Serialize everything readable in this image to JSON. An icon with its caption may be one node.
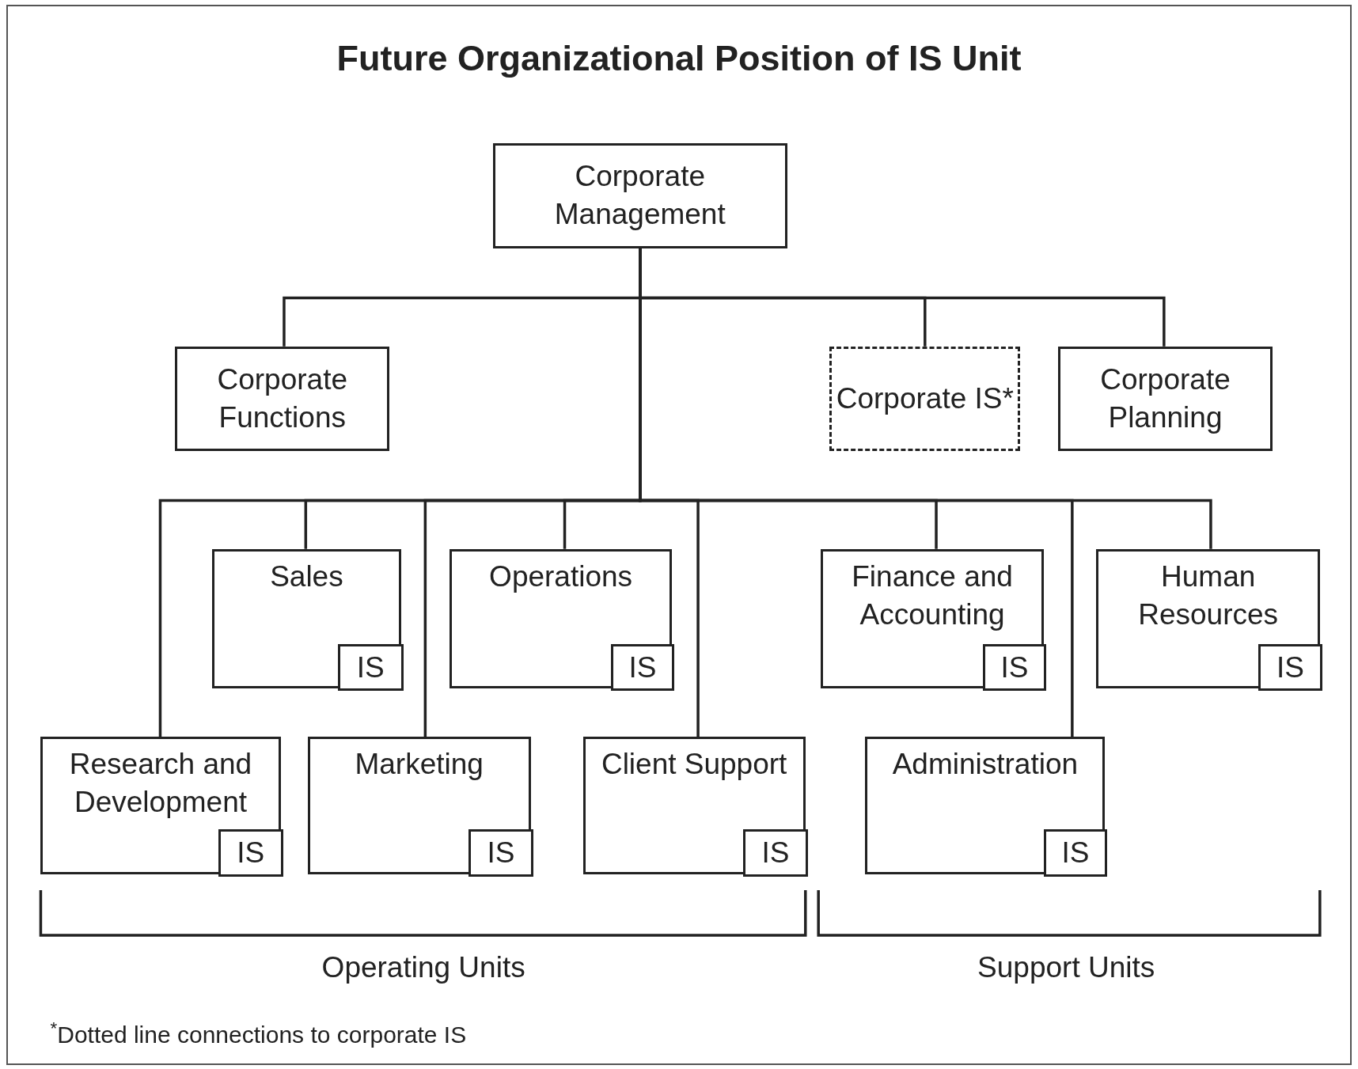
{
  "diagram": {
    "title": "Future Organizational Position of IS Unit",
    "nodes": [
      {
        "text": [
          "Corporate Management"
        ]
      },
      {
        "text": [
          "Corporate Functions"
        ]
      },
      {
        "text": [
          "Corporate IS*"
        ]
      },
      {
        "text": [
          "Corporate Planning"
        ]
      },
      {
        "text": [
          "Sales"
        ]
      },
      {
        "text": [
          "IS"
        ],
        "in": 4
      },
      {
        "text": [
          "Operations"
        ]
      },
      {
        "text": [
          "IS"
        ],
        "in": 6
      },
      {
        "text": [
          "Finance and Accounting"
        ]
      },
      {
        "text": [
          "IS"
        ],
        "in": 8
      },
      {
        "text": [
          "Human Resources"
        ]
      },
      {
        "text": [
          "IS"
        ],
        "in": 10
      },
      {
        "text": [
          "Research and Development"
        ]
      },
      {
        "text": [
          "IS"
        ],
        "in": 12
      },
      {
        "text": [
          "Marketing"
        ]
      },
      {
        "text": [
          "IS"
        ],
        "in": 14
      },
      {
        "text": [
          "Client Support"
        ]
      },
      {
        "text": [
          "IS"
        ],
        "in": 16
      },
      {
        "text": [
          "Administration"
        ]
      },
      {
        "text": [
          "IS"
        ],
        "in": 18
      }
    ],
    "edges": [
      {
        "from": 0,
        "to": 1,
        "arrow": "none"
      },
      {
        "from": 0,
        "to": 2,
        "arrow": "none"
      },
      {
        "from": 0,
        "to": 3,
        "arrow": "none"
      },
      {
        "from": 0,
        "to": 12,
        "arrow": "none"
      },
      {
        "from": 0,
        "to": 4,
        "arrow": "none"
      },
      {
        "from": 0,
        "to": 14,
        "arrow": "none"
      },
      {
        "from": 0,
        "to": 6,
        "arrow": "none"
      },
      {
        "from": 0,
        "to": 16,
        "arrow": "none"
      },
      {
        "from": 0,
        "to": 8,
        "arrow": "none"
      },
      {
        "from": 0,
        "to": 18,
        "arrow": "none"
      },
      {
        "from": 0,
        "to": 10,
        "arrow": "none"
      }
    ],
    "labels": [
      "Operating Units",
      "Support Units",
      "$^{*}$Dotted line connections to corporate IS"
    ]
  }
}
